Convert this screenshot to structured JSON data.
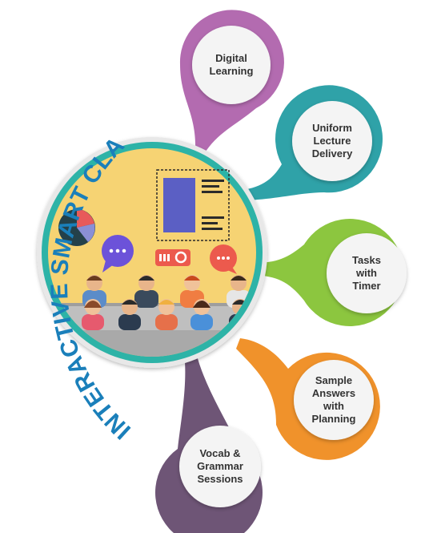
{
  "title": "INTERACTIVE SMART CLASS",
  "colors": {
    "title": "#1a7fba",
    "hub_ring": "#2db3a7",
    "classroom_bg": "#f6d373",
    "purple": "#b36bb0",
    "teal": "#2fa2a8",
    "green": "#8cc63f",
    "orange": "#f0922b",
    "plum": "#6e5576"
  },
  "features": [
    {
      "label": "Digital\nLearning",
      "color": "#b36bb0"
    },
    {
      "label": "Uniform\nLecture\nDelivery",
      "color": "#2fa2a8"
    },
    {
      "label": "Tasks\nwith\nTimer",
      "color": "#8cc63f"
    },
    {
      "label": "Sample\nAnswers\nwith\nPlanning",
      "color": "#f0922b"
    },
    {
      "label": "Vocab &\nGrammar\nSessions",
      "color": "#6e5576"
    }
  ],
  "icons": [
    "pie-chart-icon",
    "chat-bubble-icon",
    "projector-icon",
    "chat-bubble-icon",
    "document-icon"
  ]
}
